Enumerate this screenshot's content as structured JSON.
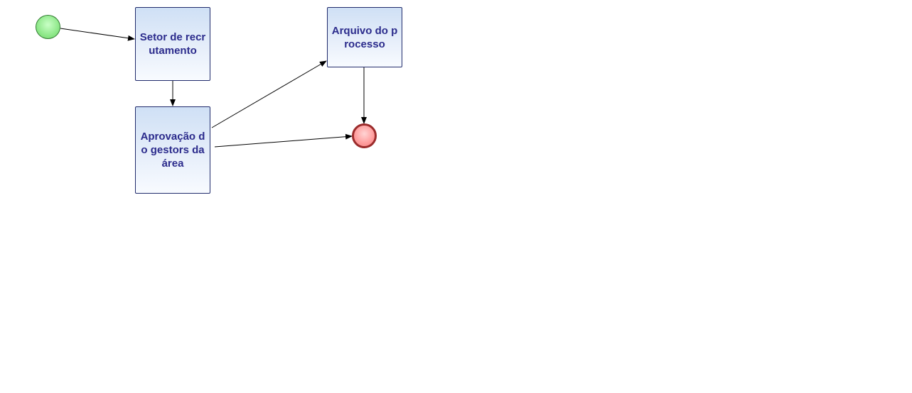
{
  "diagram": {
    "start_event": {
      "name": "start-event",
      "color": "#8fe88a"
    },
    "end_event": {
      "name": "end-event",
      "color": "#ff9c9c"
    },
    "tasks": [
      {
        "id": "setor",
        "label": "Setor de recrutamento"
      },
      {
        "id": "aprovacao",
        "label": "Aprovação do gestors da área"
      },
      {
        "id": "arquivo",
        "label": "Arquivo do processo"
      }
    ],
    "flows": [
      {
        "from": "start",
        "to": "setor"
      },
      {
        "from": "setor",
        "to": "aprovacao"
      },
      {
        "from": "aprovacao",
        "to": "arquivo"
      },
      {
        "from": "aprovacao",
        "to": "end"
      },
      {
        "from": "arquivo",
        "to": "end"
      }
    ],
    "task_border_color": "#1f2a6b",
    "task_text_color": "#2b2b8c"
  }
}
